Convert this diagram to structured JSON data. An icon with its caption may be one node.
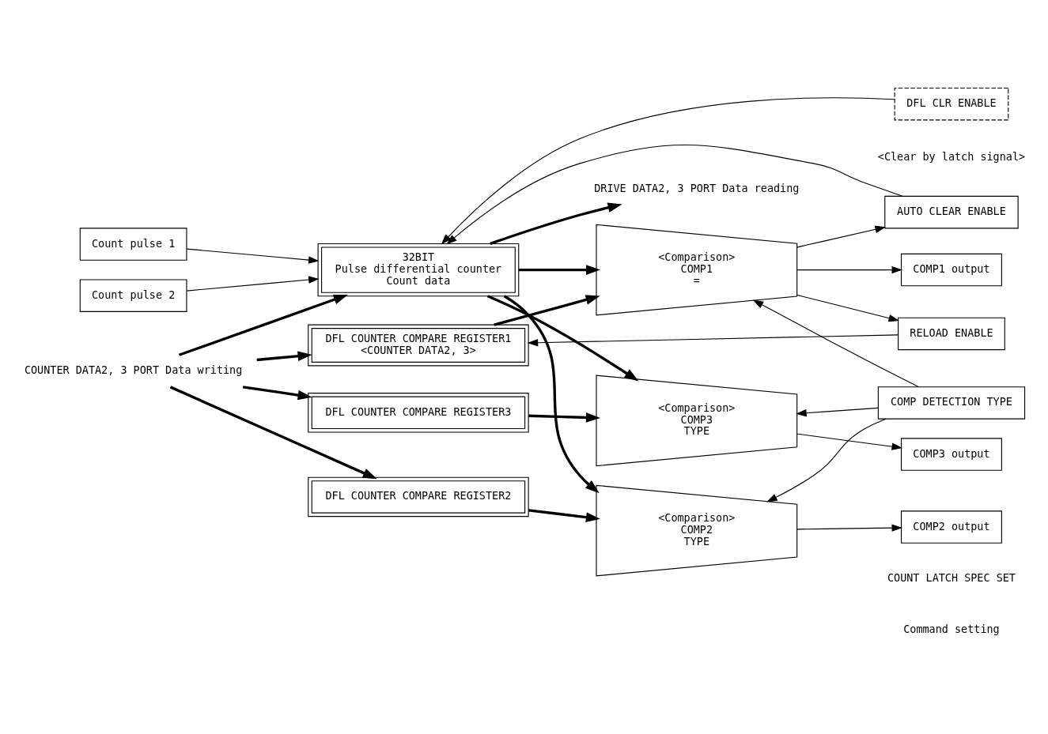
{
  "diagram": {
    "nodes": [
      {
        "text": [
          "Count pulse 1"
        ]
      },
      {
        "text": [
          "Count pulse 2"
        ]
      },
      {
        "text": [
          "32BIT",
          "Pulse differential counter",
          "Count data"
        ]
      },
      {
        "text": [
          "DFL CLR ENABLE"
        ]
      },
      {
        "text": [
          "AUTO CLEAR ENABLE"
        ]
      },
      {
        "text": [
          "DRIVE DATA2, 3 PORT Data reading"
        ]
      },
      {
        "text": [
          "COUNTER DATA2, 3 PORT Data writing"
        ]
      },
      {
        "text": [
          "<Comparison>",
          "COMP1",
          "="
        ]
      },
      {
        "text": [
          "COMP1 output"
        ]
      },
      {
        "text": [
          "DFL COUNTER COMPARE REGISTER1",
          "<COUNTER DATA2, 3>"
        ]
      },
      {
        "text": [
          "RELOAD ENABLE"
        ]
      },
      {
        "text": [
          "<Comparison>",
          "COMP2",
          "TYPE"
        ]
      },
      {
        "text": [
          "COMP2 output"
        ]
      },
      {
        "text": [
          "DFL COUNTER COMPARE REGISTER2"
        ]
      },
      {
        "text": [
          "<Comparison>",
          "COMP3",
          "TYPE"
        ]
      },
      {
        "text": [
          "COMP3 output"
        ]
      },
      {
        "text": [
          "DFL COUNTER COMPARE REGISTER3"
        ]
      },
      {
        "text": [
          "COMP DETECTION TYPE"
        ]
      }
    ],
    "edges": [
      {
        "from": 0,
        "to": 2,
        "arrow": "to"
      },
      {
        "from": 1,
        "to": 2,
        "arrow": "to"
      },
      {
        "from": 3,
        "to": 2,
        "arrow": "to"
      },
      {
        "from": 4,
        "to": 2,
        "arrow": "to"
      },
      {
        "from": 2,
        "to": 5,
        "arrow": "to",
        "style": "thick"
      },
      {
        "from": 6,
        "to": 2,
        "arrow": "to",
        "style": "thick"
      },
      {
        "from": 6,
        "to": 9,
        "arrow": "to",
        "style": "thick"
      },
      {
        "from": 6,
        "to": 13,
        "arrow": "to",
        "style": "thick"
      },
      {
        "from": 6,
        "to": 16,
        "arrow": "to",
        "style": "thick"
      },
      {
        "from": 2,
        "to": 7,
        "arrow": "to",
        "style": "thick"
      },
      {
        "from": 2,
        "to": 11,
        "arrow": "to",
        "style": "thick"
      },
      {
        "from": 2,
        "to": 14,
        "arrow": "to",
        "style": "thick"
      },
      {
        "from": 9,
        "to": 7,
        "arrow": "to",
        "style": "thick"
      },
      {
        "from": 13,
        "to": 11,
        "arrow": "to",
        "style": "thick"
      },
      {
        "from": 16,
        "to": 14,
        "arrow": "to",
        "style": "thick"
      },
      {
        "from": 7,
        "to": 8,
        "arrow": "to"
      },
      {
        "from": 11,
        "to": 12,
        "arrow": "to"
      },
      {
        "from": 14,
        "to": 15,
        "arrow": "to"
      },
      {
        "from": 7,
        "to": 4,
        "arrow": "to"
      },
      {
        "from": 7,
        "to": 10,
        "arrow": "to"
      },
      {
        "from": 10,
        "to": 9,
        "arrow": "to"
      },
      {
        "from": 17,
        "to": 7,
        "arrow": "to"
      },
      {
        "from": 17,
        "to": 11,
        "arrow": "to"
      },
      {
        "from": 17,
        "to": 14,
        "arrow": "to"
      }
    ],
    "labels": [
      "<Clear by latch signal>",
      "COUNT LATCH SPEC SET",
      "Command setting"
    ]
  }
}
